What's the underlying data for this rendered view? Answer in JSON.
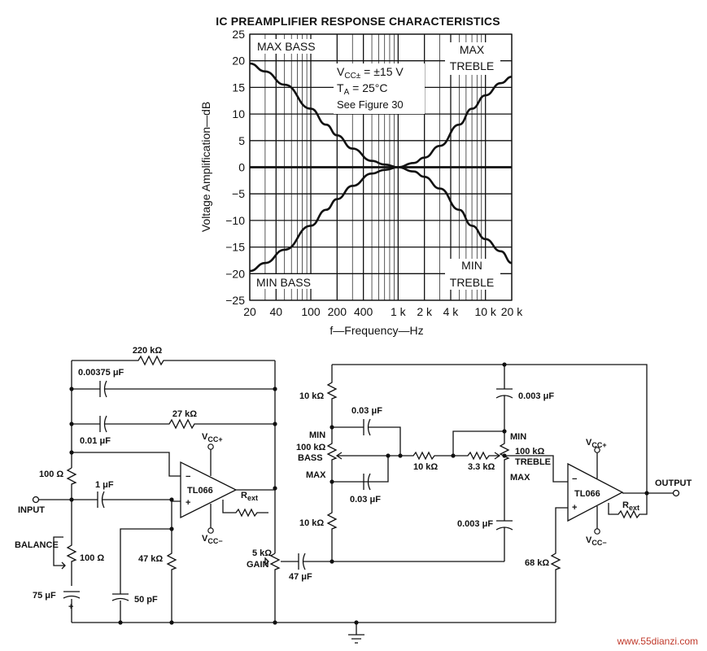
{
  "chart_data": {
    "type": "line",
    "title": "IC PREAMPLIFIER RESPONSE CHARACTERISTICS",
    "xlabel": "f—Frequency—Hz",
    "ylabel": "Voltage Amplification—dB",
    "x_scale": "log",
    "xlim": [
      20,
      20000
    ],
    "ylim": [
      -25,
      25
    ],
    "x_ticks": [
      20,
      40,
      100,
      200,
      400,
      1000,
      2000,
      4000,
      10000,
      20000
    ],
    "x_tick_labels": [
      "20",
      "40",
      "100",
      "200",
      "400",
      "1 k",
      "2 k",
      "4 k",
      "10 k",
      "20 k"
    ],
    "y_ticks": [
      25,
      20,
      15,
      10,
      5,
      0,
      -5,
      -10,
      -15,
      -20,
      -25
    ],
    "y_tick_labels": [
      "25",
      "20",
      "15",
      "10",
      "5",
      "0",
      "−5",
      "−10",
      "−15",
      "−20",
      "−25"
    ],
    "grid": true,
    "annotations": {
      "max_bass": "MAX BASS",
      "min_bass": "MIN BASS",
      "max_treble": [
        "MAX",
        "TREBLE"
      ],
      "min_treble": [
        "MIN",
        "TREBLE"
      ],
      "conditions": [
        "V",
        "CC±",
        " = ±15 V",
        "T",
        "A",
        " = 25°C",
        "See Figure 30"
      ]
    },
    "series": [
      {
        "x": [
          20,
          30,
          50,
          100,
          150,
          200,
          300,
          500,
          700,
          1000,
          1500,
          2000,
          3000,
          5000,
          10000,
          20000
        ],
        "values": [
          19.5,
          18,
          15.5,
          11,
          8,
          6,
          3.5,
          1.2,
          0.5,
          0,
          0,
          0,
          0,
          0,
          0,
          0
        ]
      },
      {
        "x": [
          20,
          30,
          50,
          100,
          150,
          200,
          300,
          500,
          700,
          1000,
          1500,
          2000,
          3000,
          5000,
          10000,
          20000
        ],
        "values": [
          -19.5,
          -18,
          -15.5,
          -11,
          -8,
          -6,
          -3.5,
          -1.2,
          -0.5,
          0,
          0,
          0,
          0,
          0,
          0,
          0
        ]
      },
      {
        "x": [
          20,
          100,
          300,
          500,
          700,
          1000,
          1500,
          2000,
          3000,
          5000,
          7000,
          10000,
          15000,
          20000
        ],
        "values": [
          0,
          0,
          0,
          0,
          0,
          0,
          0.8,
          1.8,
          4,
          8,
          11,
          13.5,
          15.8,
          17
        ]
      },
      {
        "x": [
          20,
          100,
          300,
          500,
          700,
          1000,
          1500,
          2000,
          3000,
          5000,
          7000,
          10000,
          15000,
          20000
        ],
        "values": [
          0,
          0,
          0,
          0,
          0,
          0,
          -0.8,
          -1.8,
          -4,
          -8,
          -11,
          -13.5,
          -15.8,
          -18
        ]
      }
    ]
  },
  "circuit": {
    "labels": {
      "r220k": "220 kΩ",
      "c00375": "0.00375 μF",
      "r27k": "27 kΩ",
      "c001": "0.01 μF",
      "r100": "100 Ω",
      "c1u": "1 μF",
      "input": "INPUT",
      "balance": "BALANCE",
      "pot100": "100 Ω",
      "c75": "75 μF",
      "c50p": "50 pF",
      "r47k": "47 kΩ",
      "tl066_1": "TL066",
      "tl066_2": "TL066",
      "vccp": "V",
      "vccp_sub": "CC+",
      "vccm": "V",
      "vccm_sub": "CC−",
      "rext": "R",
      "rext_sub": "ext",
      "minus": "−",
      "plus": "+",
      "gain_pot": "5 kΩ",
      "gain": "GAIN",
      "c47": "47 μF",
      "r10k_a": "10 kΩ",
      "r10k_b": "10 kΩ",
      "r10k_c": "10 kΩ",
      "c003_a": "0.03 μF",
      "c003_b": "0.03 μF",
      "min": "MIN",
      "max": "MAX",
      "bass_pot": "100 kΩ",
      "bass": "BASS",
      "r33k": "3.3 kΩ",
      "treble_pot": "100 kΩ",
      "treble": "TREBLE",
      "min_t": "MIN",
      "max_t": "MAX",
      "c0003_a": "0.003 μF",
      "c0003_b": "0.003 μF",
      "r68k": "68 kΩ",
      "output": "OUTPUT"
    },
    "watermark": "www.55dianzi.com"
  }
}
